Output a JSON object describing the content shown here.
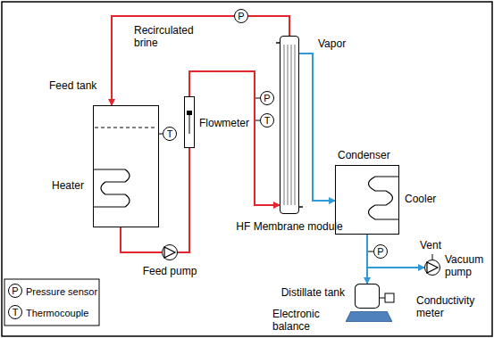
{
  "diagram": {
    "nodes": [
      {
        "text": [
          "Feed tank"
        ]
      },
      {
        "text": [
          "P"
        ]
      },
      {
        "text": [
          "Feed pump"
        ]
      },
      {
        "text": [
          "Flowmeter"
        ]
      },
      {
        "text": [
          "P"
        ]
      },
      {
        "text": [
          "T"
        ]
      },
      {
        "text": [
          "T"
        ]
      },
      {
        "text": [
          "HF Membrane module"
        ]
      },
      {
        "text": [
          "Condenser"
        ]
      },
      {
        "text": [
          "P"
        ]
      },
      {
        "text": [
          "Distillate tank"
        ]
      },
      {
        "text": [
          "Electronic balance"
        ]
      },
      {
        "text": [
          "Vacuum pump"
        ]
      },
      {
        "text": [
          "P"
        ]
      },
      {
        "text": [
          "T"
        ]
      }
    ],
    "edges": [
      {
        "from": 0,
        "to": 2,
        "arrow": "none"
      },
      {
        "from": 2,
        "to": 3,
        "arrow": "none"
      },
      {
        "from": 3,
        "to": 7,
        "arrow": "to"
      },
      {
        "from": 7,
        "to": 0,
        "arrow": "to"
      },
      {
        "from": 7,
        "to": 8,
        "arrow": "to"
      },
      {
        "from": 8,
        "to": 10,
        "arrow": "to"
      },
      {
        "from": 8,
        "to": 12,
        "arrow": "to"
      },
      {
        "from": 0,
        "to": 6,
        "arrow": "none"
      }
    ],
    "labels": [
      "Recirculated brine",
      "Heater",
      "Vapor",
      "Cooler",
      "Vent",
      "Conductivity meter"
    ],
    "legend": [
      {
        "text": "Pressure sensor"
      },
      {
        "text": "Thermocouple"
      }
    ]
  }
}
